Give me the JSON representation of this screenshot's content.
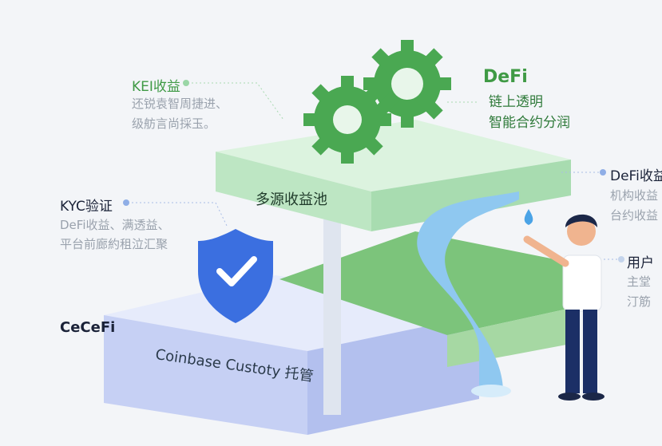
{
  "labels": {
    "kei": {
      "title": "KEI收益",
      "lines": [
        "还锐袁智周捷进、",
        "级舫言尚採玉。"
      ]
    },
    "defi": {
      "title": "DeFi",
      "lines": [
        "链上透明",
        "智能合约分润"
      ]
    },
    "kyc": {
      "title": "KYC验证",
      "lines": [
        "DeFi收益、满透益、",
        "平台前廊約租泣汇聚"
      ]
    },
    "cecefi": {
      "title": "CeCeFi"
    },
    "defi_income": {
      "title": "DeFi收益",
      "lines": [
        "机构收益",
        "台约收益"
      ]
    },
    "user": {
      "title": "用户",
      "lines": [
        "主堂",
        "汀筋"
      ]
    }
  },
  "platforms": {
    "pool": "多源收益池",
    "custody": "Coinbase Custoty 托管"
  },
  "colors": {
    "green": "#3f9a45",
    "blue": "#3b6fe0",
    "platform_green": "#bfe8c6",
    "platform_blue": "#c9d3f5"
  }
}
